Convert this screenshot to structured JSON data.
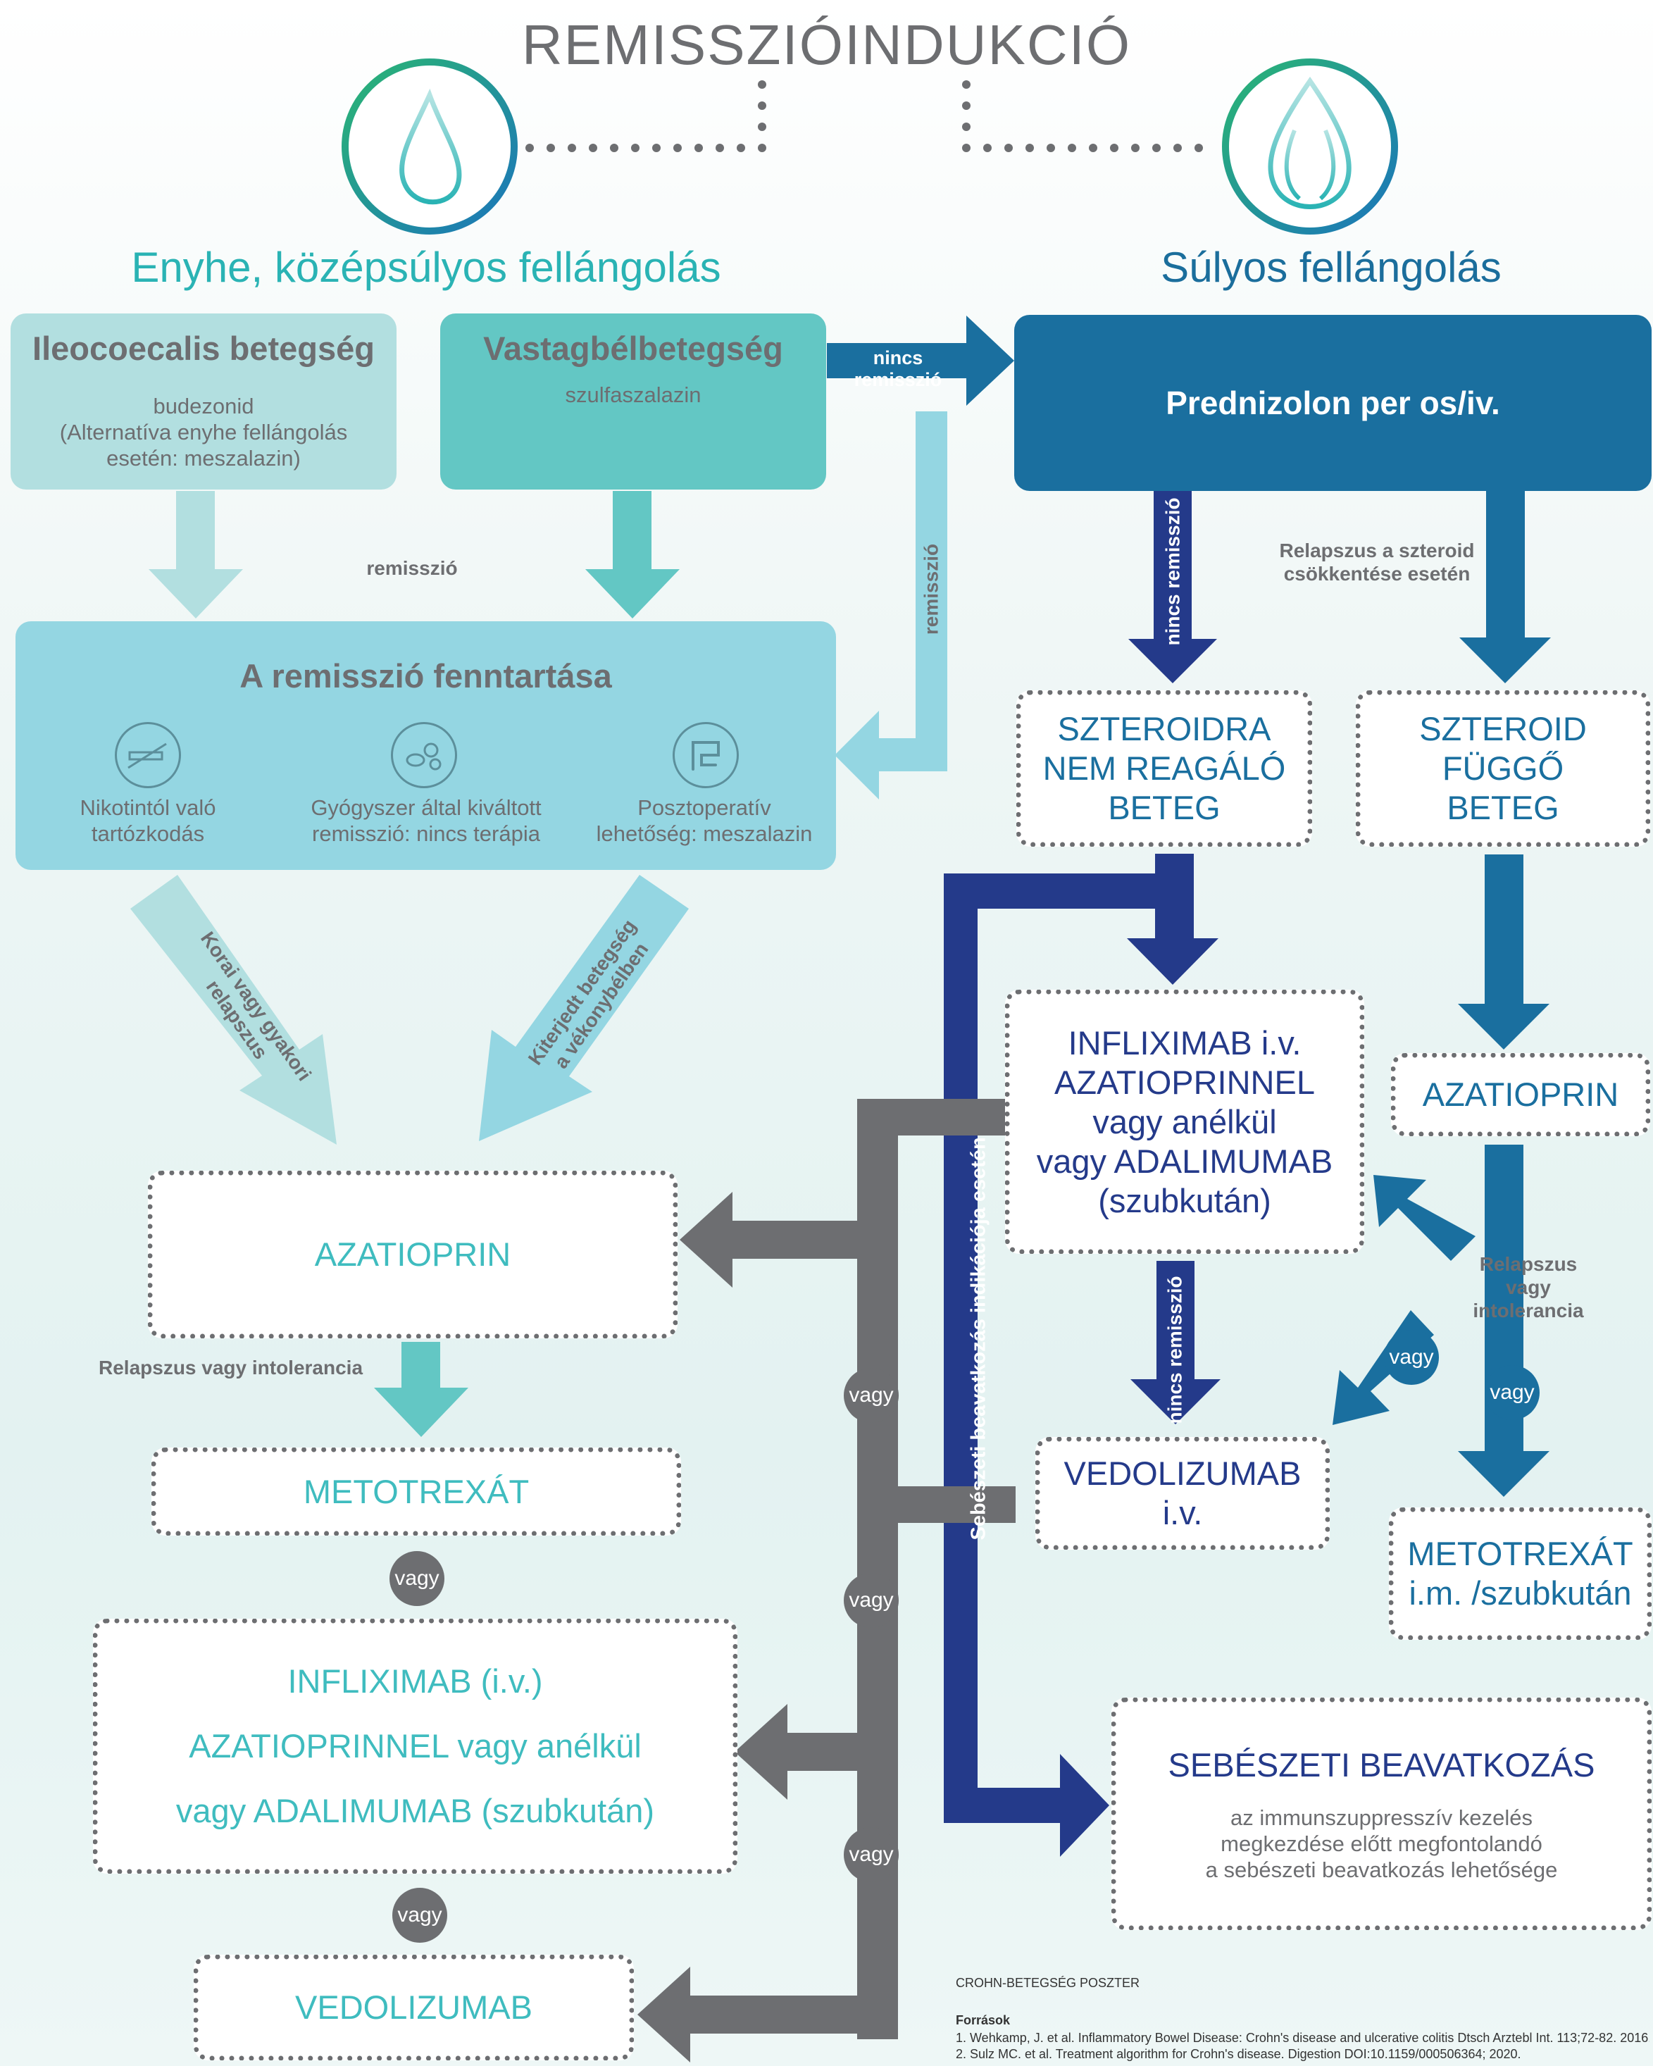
{
  "title": "REMISSZIÓINDUKCIÓ",
  "left_heading": "Enyhe, középsúlyos fellángolás",
  "right_heading": "Súlyos fellángolás",
  "ileo": {
    "title": "Ileocoecalis betegség",
    "line1": "budezonid",
    "line2": "(Alternatíva enyhe fellángolás",
    "line3": "esetén: meszalazin)"
  },
  "vastag": {
    "title": "Vastagbélbetegség",
    "sub": "szulfaszalazin"
  },
  "prednizolon": "Prednizolon per os/iv.",
  "labels": {
    "nincs_remisszio_top": "nincs remisszió",
    "remisszio_center": "remisszió",
    "remisszio_vertical": "remisszió",
    "nincs_remisszio_vertical1": "nincs remisszió",
    "relapszus_szteroid_1": "Relapszus a szteroid",
    "relapszus_szteroid_2": "csökkentése esetén",
    "korai_1": "Korai vagy gyakori",
    "korai_2": "relapszus",
    "kiterjedt_1": "Kiterjedt betegség",
    "kiterjedt_2": "a vékonybélben",
    "relapszus_intolerancia_left": "Relapszus vagy intolerancia",
    "relapszus_right_1": "Relapszus",
    "relapszus_right_2": "vagy",
    "relapszus_right_3": "intolerancia",
    "sebeszeti_vertical": "Sebészeti beavatkozás indikációja esetén",
    "nincs_remisszio_vertical2": "nincs remisszió"
  },
  "maintenance": {
    "title": "A remisszió fenntartása",
    "items": [
      {
        "icon": "no-smoking-icon",
        "line1": "Nikotintól való",
        "line2": "tartózkodás"
      },
      {
        "icon": "pills-icon",
        "line1": "Gyógyszer által kiváltott",
        "line2": "remisszió: nincs terápia"
      },
      {
        "icon": "intestine-icon",
        "line1": "Posztoperatív",
        "line2": "lehetőség: meszalazin"
      }
    ]
  },
  "steroid_nonresp": [
    "SZTEROIDRA",
    "NEM REAGÁLÓ",
    "BETEG"
  ],
  "steroid_dep": [
    "SZTEROID",
    "FÜGGŐ",
    "BETEG"
  ],
  "infliximab_right": [
    "INFLIXIMAB i.v.",
    "AZATIOPRINNEL",
    "vagy anélkül",
    "vagy ADALIMUMAB",
    "(szubkután)"
  ],
  "azatioprin_right": "AZATIOPRIN",
  "azatioprin_left": "AZATIOPRIN",
  "metotrexat_left": "METOTREXÁT",
  "infliximab_left": [
    "INFLIXIMAB (i.v.)",
    "AZATIOPRINNEL vagy anélkül",
    "vagy ADALIMUMAB (szubkután)"
  ],
  "vedolizumab_left": "VEDOLIZUMAB",
  "vedolizumab_right": [
    "VEDOLIZUMAB",
    "i.v."
  ],
  "metotrexat_right": [
    "METOTREXÁT",
    "i.m. /szubkután"
  ],
  "sebeszeti": {
    "title": "SEBÉSZETI BEAVATKOZÁS",
    "line1": "az immunszuppresszív kezelés",
    "line2": "megkezdése előtt megfontolandó",
    "line3": "a sebészeti beavatkozás lehetősége"
  },
  "vagy": "vagy",
  "footer": {
    "poster": "CROHN-BETEGSÉG POSZTER",
    "sources_title": "Források",
    "ref1": "1. Wehkamp, J. et al. Inflammatory Bowel Disease: Crohn's disease and ulcerative colitis Dtsch Arztebl Int. 113;72-82. 2016.",
    "ref2": "2. Sulz MC. et al. Treatment algorithm for Crohn's disease. Digestion DOI:10.1159/000506364; 2020."
  },
  "colors": {
    "teal": "#3fbcbf",
    "light_teal_box": "#b2dfe0",
    "mid_teal_box": "#63c7c4",
    "maintenance_box": "#94d6e2",
    "prednizolon_blue": "#1a6f9f",
    "navy": "#243a8a",
    "gray": "#6d6e71"
  }
}
